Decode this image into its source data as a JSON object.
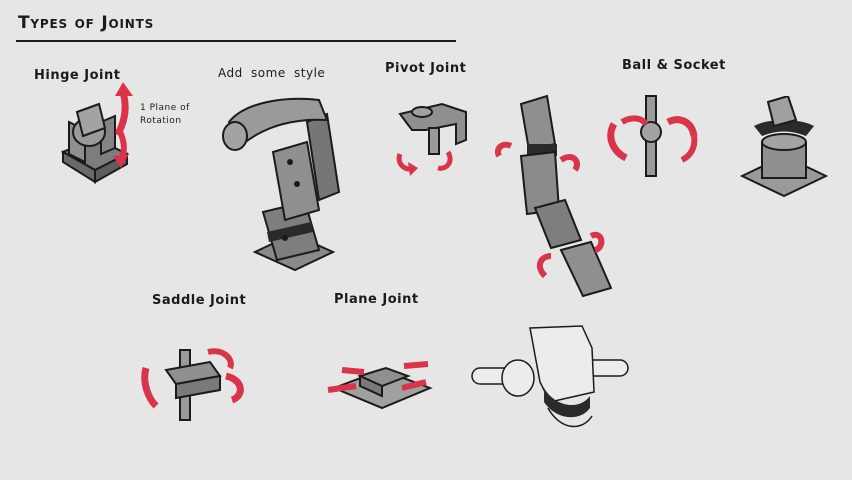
{
  "sheet": {
    "title": "Types of Joints",
    "labels": {
      "hinge": "Hinge Joint",
      "plane_note": "1 Plane of Rotation",
      "style": "Add some style",
      "pivot": "Pivot Joint",
      "ball_socket": "Ball & Socket",
      "saddle": "Saddle Joint",
      "plane": "Plane Joint"
    }
  },
  "colors": {
    "background": "#e6e6e6",
    "ink": "#1b1b1b",
    "accent": "#d9344a",
    "body": "#8f8f8f"
  }
}
